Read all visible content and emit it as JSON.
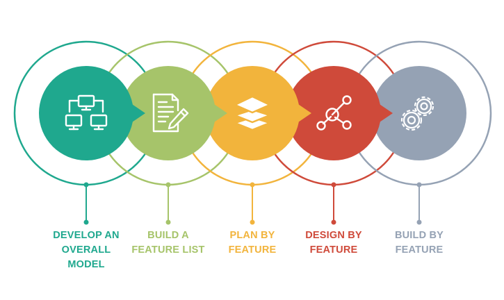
{
  "steps": [
    {
      "label_lines": [
        "DEVELOP AN",
        "OVERALL",
        "MODEL"
      ],
      "color": "#1fa88e",
      "icon": "network-computers-icon"
    },
    {
      "label_lines": [
        "BUILD A",
        "FEATURE LIST"
      ],
      "color": "#a6c46a",
      "icon": "document-pen-icon"
    },
    {
      "label_lines": [
        "PLAN BY",
        "FEATURE"
      ],
      "color": "#f2b43c",
      "icon": "layers-stack-icon"
    },
    {
      "label_lines": [
        "DESIGN BY",
        "FEATURE"
      ],
      "color": "#cf4a3a",
      "icon": "molecule-nodes-icon"
    },
    {
      "label_lines": [
        "BUILD BY",
        "FEATURE"
      ],
      "color": "#95a2b4",
      "icon": "gears-icon"
    }
  ]
}
